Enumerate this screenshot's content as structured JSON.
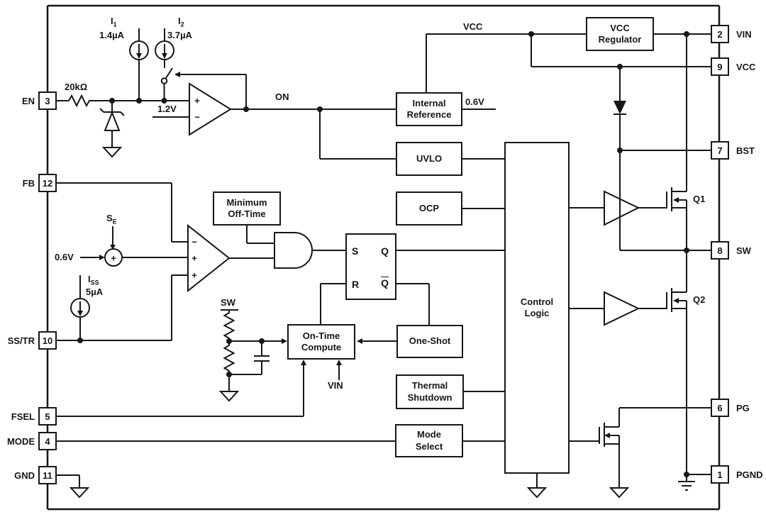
{
  "colors": {
    "ink": "#161616",
    "background": "#ffffff"
  },
  "pins": {
    "left": [
      {
        "label": "EN",
        "num": "3"
      },
      {
        "label": "FB",
        "num": "12"
      },
      {
        "label": "SS/TR",
        "num": "10"
      },
      {
        "label": "FSEL",
        "num": "5"
      },
      {
        "label": "MODE",
        "num": "4"
      },
      {
        "label": "GND",
        "num": "11"
      }
    ],
    "right": [
      {
        "label": "VIN",
        "num": "2"
      },
      {
        "label": "VCC",
        "num": "9"
      },
      {
        "label": "BST",
        "num": "7"
      },
      {
        "label": "SW",
        "num": "8"
      },
      {
        "label": "PG",
        "num": "6"
      },
      {
        "label": "PGND",
        "num": "1"
      }
    ]
  },
  "blocks": {
    "vcc_regulator": "VCC\nRegulator",
    "internal_reference": "Internal\nReference",
    "uvlo": "UVLO",
    "ocp": "OCP",
    "control_logic": "Control\nLogic",
    "min_off_time": "Minimum\nOff-Time",
    "on_time_compute": "On-Time\nCompute",
    "one_shot": "One-Shot",
    "thermal_shutdown": "Thermal\nShutdown",
    "mode_select": "Mode\nSelect"
  },
  "latch": {
    "s": "S",
    "q": "Q",
    "r": "R",
    "qbar": "Q"
  },
  "labels": {
    "i1_base": "I",
    "i1_sub": "1",
    "i1_value": "1.4µA",
    "i2_base": "I",
    "i2_sub": "2",
    "i2_value": "3.7µA",
    "en_resistor": "20kΩ",
    "en_comp_ref": "1.2V",
    "on_net": "ON",
    "vcc_net": "VCC",
    "ref_out": "0.6V",
    "sum_ref": "0.6V",
    "se_base": "S",
    "se_sub": "E",
    "iss_base": "I",
    "iss_sub": "SS",
    "iss_value": "5µA",
    "sw_net": "SW",
    "vin_net": "VIN",
    "q1": "Q1",
    "q2": "Q2"
  },
  "symbols": {
    "plus": "+",
    "minus": "−"
  }
}
